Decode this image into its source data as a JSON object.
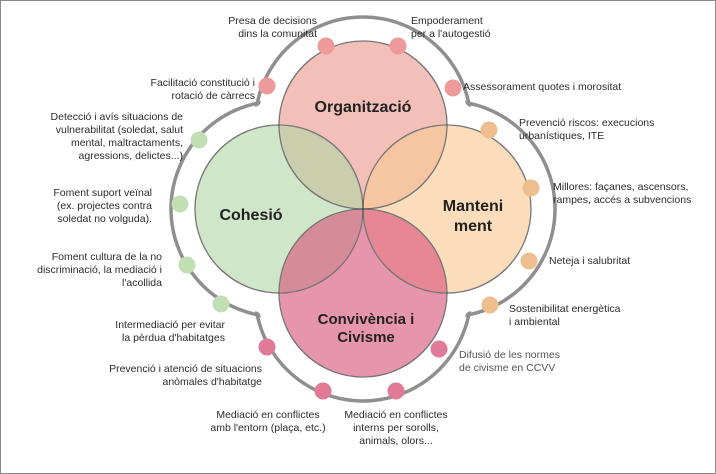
{
  "circles": {
    "top": {
      "title": "Organització",
      "color": "#ea9a8d"
    },
    "left": {
      "title": "Cohesió",
      "color": "#b2d6a6"
    },
    "right": {
      "title": "Manteni\nment",
      "color": "#f8c893"
    },
    "bottom": {
      "title": "Convivència i\nCivisme",
      "color": "#d8537a"
    }
  },
  "dot_colors": {
    "pink": "#ee9a9a",
    "orange": "#eebe8f",
    "green": "#c2dfb4",
    "magenta": "#e07a97"
  },
  "ring_color": "#8f8f8f",
  "labels": {
    "presa": "Presa de decisions\ndins la comunitat",
    "empoderament": "Empoderament\nper a l'autogestió",
    "facilitacio": "Facilitació constitució i\nrotació de càrrecs",
    "assessorament": "Assessorament quotes i morositat",
    "deteccio": "Detecció i avís situacions de\nvulnerabilitat (soledat, salut\nmental, maltractaments,\nagressions, delictes...)",
    "prevencio_riscos": "Prevenció riscos: execucions\nurbanístiques, ITE",
    "foment_suport": "Foment suport veïnal\n(ex. projectes contra\nsoledat no volguda).",
    "millores": "Millores: façanes, ascensors,\nrampes, accés a subvencions",
    "foment_cultura": "Foment cultura de la no\ndiscriminació, la mediació i\nl'acollida",
    "neteja": "Neteja i salubritat",
    "intermediacio": "Intermediació per evitar\nla pèrdua d'habitatges",
    "sostenibilitat": "Sostenibilitat energètica\ni ambiental",
    "prevencio_atencio": "Prevenció i atenció de situacions\nanòmales d'habitatge",
    "difusio": "Difusió de les normes\nde civisme en CCVV",
    "mediacio_entorn": "Mediació en conflictes\namb l'entorn (plaça, etc.)",
    "mediacio_interns": "Mediació en conflictes\ninterns per sorolls,\nanimals, olors..."
  }
}
